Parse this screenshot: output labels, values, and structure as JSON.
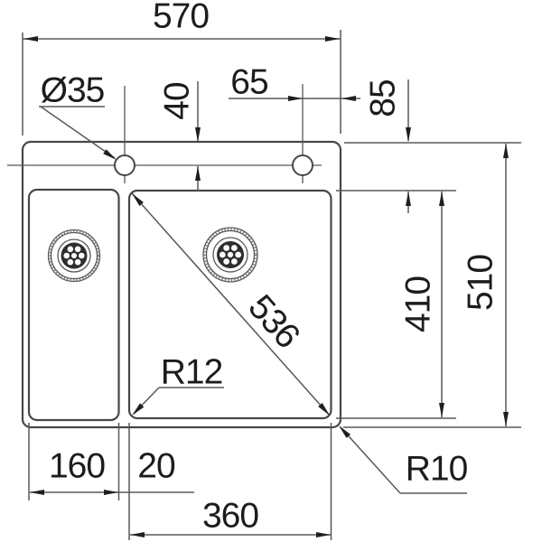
{
  "drawing": {
    "labels": {
      "overall_width": "570",
      "faucet_hole_diameter": "Ø35",
      "faucet_offset_from_top": "40",
      "faucet_offset_from_right": "65",
      "rim_to_bowl_top": "85",
      "overall_depth": "510",
      "bowl_depth": "410",
      "bowl_diagonal": "536",
      "bowl_corner_radius": "R12",
      "outer_corner_radius": "R10",
      "left_bowl_width": "160",
      "divider_gap": "20",
      "right_bowl_width": "360"
    },
    "colors": {
      "background": "#ffffff",
      "outline": "#474747",
      "dimension_lines": "#585858",
      "text": "#1c1c1c",
      "strainer_dark": "#2e2e2e"
    }
  }
}
